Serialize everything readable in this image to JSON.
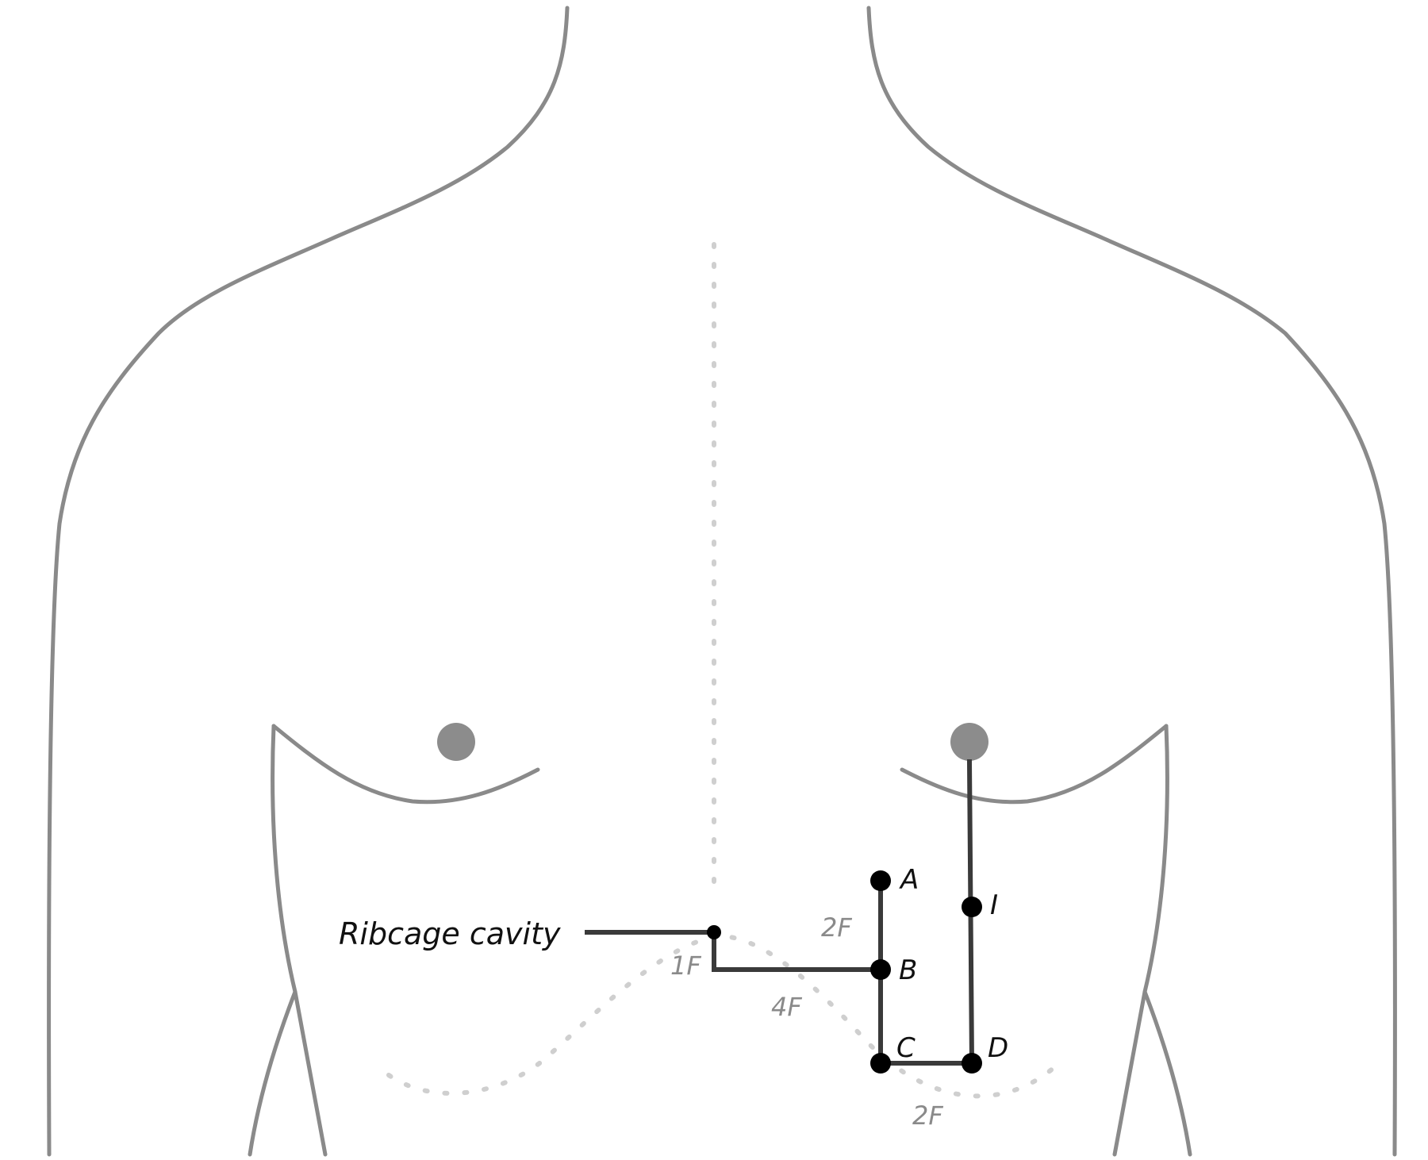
{
  "labels": {
    "ribcage": "Ribcage cavity",
    "point_a": "A",
    "point_b": "B",
    "point_c": "C",
    "point_d": "D",
    "point_i": "I",
    "dist_ab": "2F",
    "dist_rb": "1F",
    "dist_bc": "4F",
    "dist_cd": "2F"
  },
  "colors": {
    "outline": "#8a8a8a",
    "guide": "#cfcfcf",
    "path": "#3a3a3a",
    "dot": "#000000",
    "nipple": "#8c8c8c"
  }
}
